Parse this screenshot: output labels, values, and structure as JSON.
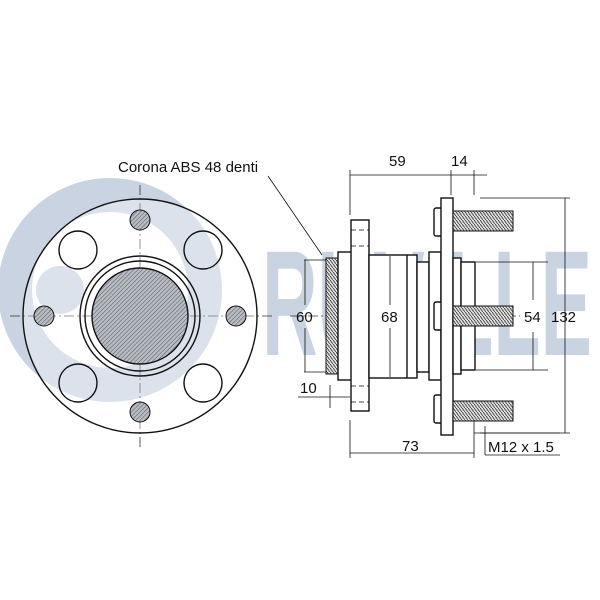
{
  "watermark": {
    "brand": "RUVILLE",
    "color": "#c9d3e2"
  },
  "labels": {
    "abs_ring": "Corona ABS 48 denti",
    "dim_59": "59",
    "dim_14": "14",
    "dim_60": "60",
    "dim_68": "68",
    "dim_54": "54",
    "dim_132": "132",
    "dim_10": "10",
    "dim_73": "73",
    "thread": "M12 x 1.5"
  }
}
